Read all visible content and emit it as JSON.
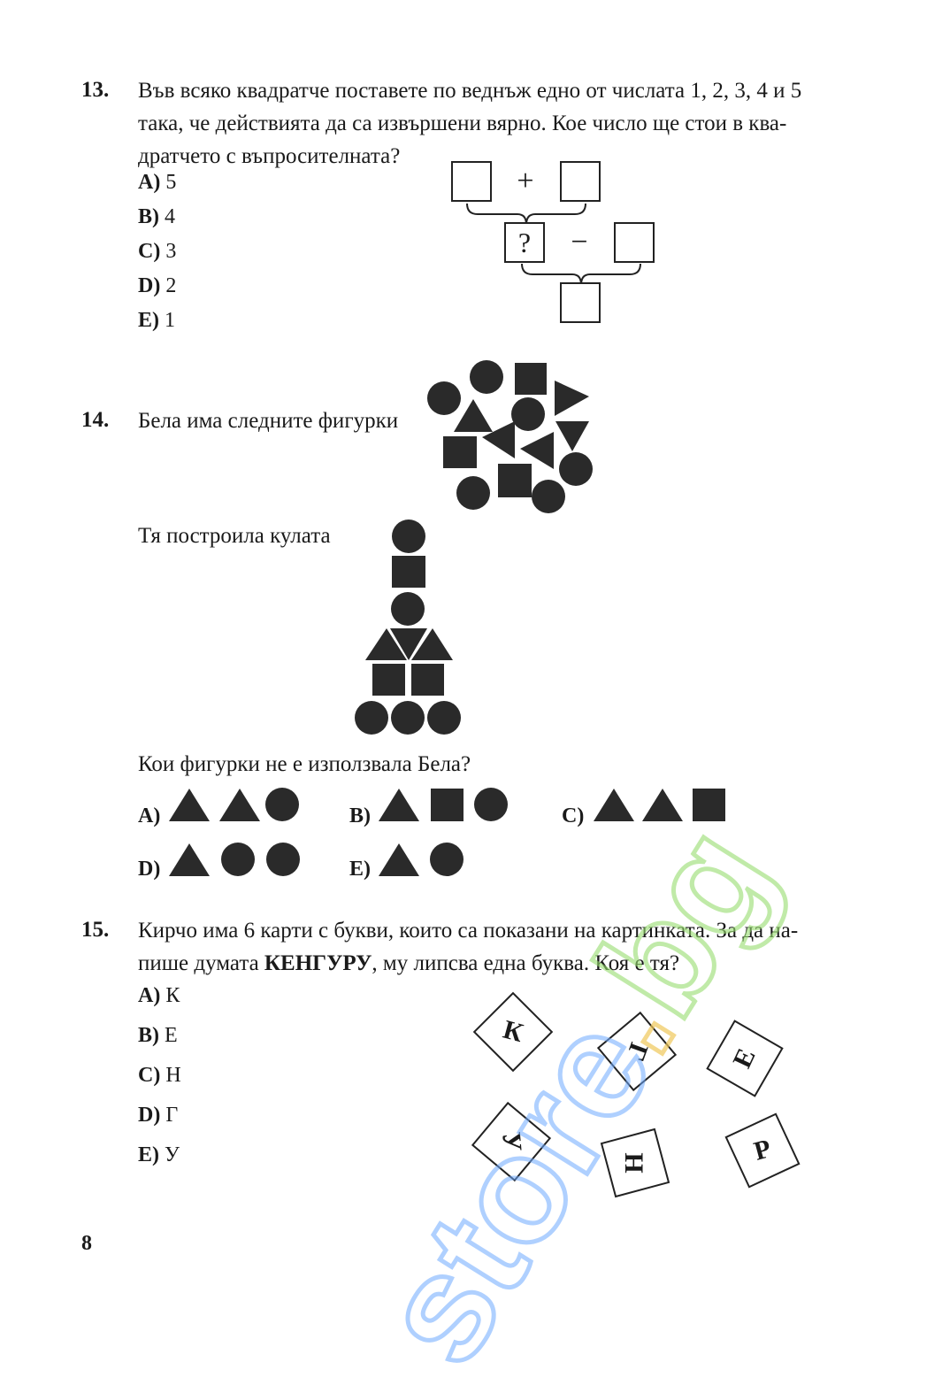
{
  "q13": {
    "number": "13.",
    "line1": "Във всяко квадратче поставете по веднъж едно от числата 1, 2, 3, 4 и 5",
    "line2": "така, че действията да са извършени вярно. Кое число ще стои в ква-",
    "line3": "дратчето с въпросителната?",
    "options": [
      {
        "label": "A)",
        "value": "5"
      },
      {
        "label": "B)",
        "value": "4"
      },
      {
        "label": "C)",
        "value": "3"
      },
      {
        "label": "D)",
        "value": "2"
      },
      {
        "label": "E)",
        "value": "1"
      }
    ],
    "plus": "+",
    "minus": "−",
    "question_mark": "?"
  },
  "q14": {
    "number": "14.",
    "text": "Бела има следните фигурки",
    "tower_text": "Тя построила кулата",
    "question": "Кои фигурки не е използвала Бела?",
    "options": [
      {
        "label": "A)",
        "shapes": [
          "triangle",
          "triangle",
          "circle"
        ]
      },
      {
        "label": "B)",
        "shapes": [
          "triangle",
          "square",
          "circle"
        ]
      },
      {
        "label": "C)",
        "shapes": [
          "triangle",
          "triangle",
          "square"
        ]
      },
      {
        "label": "D)",
        "shapes": [
          "triangle",
          "circle",
          "circle"
        ]
      },
      {
        "label": "E)",
        "shapes": [
          "triangle",
          "circle"
        ]
      }
    ]
  },
  "q15": {
    "number": "15.",
    "line1": "Кирчо има 6 карти с букви, които са показани на картинката. За да на-",
    "line2_before": "пише думата ",
    "line2_bold": "КЕНГУРУ",
    "line2_after": ", му липсва една буква. Коя е тя?",
    "options": [
      {
        "label": "A)",
        "value": "К"
      },
      {
        "label": "B)",
        "value": "Е"
      },
      {
        "label": "C)",
        "value": "Н"
      },
      {
        "label": "D)",
        "value": "Г"
      },
      {
        "label": "E)",
        "value": "У"
      }
    ],
    "cards": [
      "К",
      "Г",
      "Е",
      "У",
      "Н",
      "Р"
    ]
  },
  "page_number": "8",
  "watermark": {
    "part1": "store",
    "dot": ".",
    "part2": "bg"
  },
  "colors": {
    "ink": "#1a1a1a",
    "shape_fill": "#2a2a2a",
    "watermark_blue": "#6eaaff",
    "watermark_green": "#96dc6e"
  }
}
